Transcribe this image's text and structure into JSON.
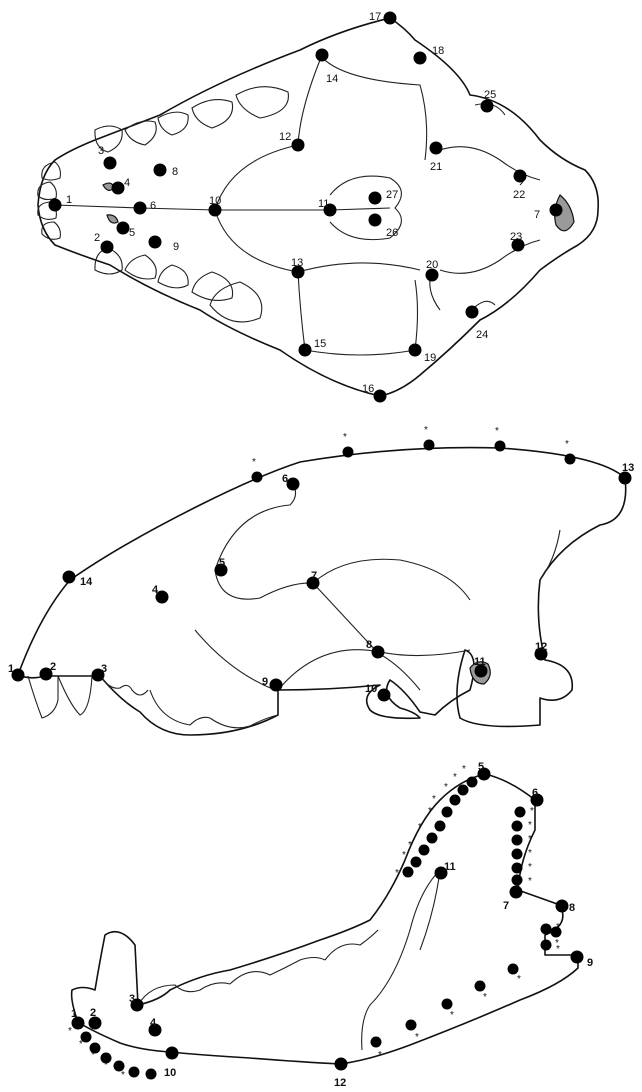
{
  "views": [
    {
      "id": "ventral",
      "landmarks": [
        {
          "label": "1"
        },
        {
          "label": "2"
        },
        {
          "label": "3"
        },
        {
          "label": "4"
        },
        {
          "label": "5"
        },
        {
          "label": "6"
        },
        {
          "label": "7"
        },
        {
          "label": "8"
        },
        {
          "label": "9"
        },
        {
          "label": "10"
        },
        {
          "label": "11"
        },
        {
          "label": "12"
        },
        {
          "label": "13"
        },
        {
          "label": "14"
        },
        {
          "label": "15"
        },
        {
          "label": "16"
        },
        {
          "label": "17"
        },
        {
          "label": "18"
        },
        {
          "label": "19"
        },
        {
          "label": "20"
        },
        {
          "label": "21"
        },
        {
          "label": "22"
        },
        {
          "label": "23"
        },
        {
          "label": "24"
        },
        {
          "label": "25"
        },
        {
          "label": "26"
        },
        {
          "label": "27"
        }
      ]
    },
    {
      "id": "lateral",
      "landmarks": [
        {
          "label": "1"
        },
        {
          "label": "2"
        },
        {
          "label": "3"
        },
        {
          "label": "4"
        },
        {
          "label": "5"
        },
        {
          "label": "6"
        },
        {
          "label": "7"
        },
        {
          "label": "8"
        },
        {
          "label": "9"
        },
        {
          "label": "10"
        },
        {
          "label": "11"
        },
        {
          "label": "12"
        },
        {
          "label": "13"
        },
        {
          "label": "14"
        }
      ],
      "semilandmark_symbol": "*"
    },
    {
      "id": "mandible",
      "landmarks": [
        {
          "label": "1"
        },
        {
          "label": "2"
        },
        {
          "label": "3"
        },
        {
          "label": "4"
        },
        {
          "label": "5"
        },
        {
          "label": "6"
        },
        {
          "label": "7"
        },
        {
          "label": "8"
        },
        {
          "label": "9"
        },
        {
          "label": "10"
        },
        {
          "label": "11"
        },
        {
          "label": "12"
        }
      ],
      "semilandmark_symbol": "*"
    }
  ]
}
